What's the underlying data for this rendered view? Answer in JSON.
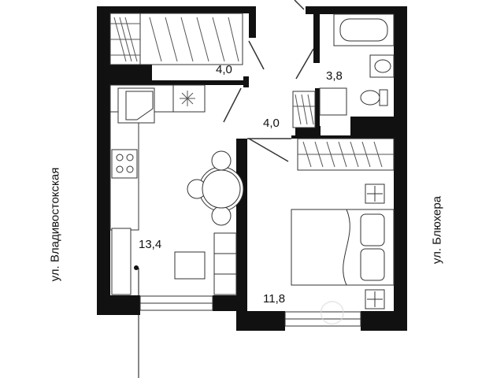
{
  "streets": {
    "left": "ул. Владивостокская",
    "right": "ул. Блюхера"
  },
  "rooms": [
    {
      "id": "hall",
      "area": "4,0"
    },
    {
      "id": "corridor",
      "area": "4,0"
    },
    {
      "id": "bathroom",
      "area": "3,8"
    },
    {
      "id": "kitchen-living",
      "area": "13,4"
    },
    {
      "id": "bedroom",
      "area": "11,8"
    }
  ],
  "colors": {
    "wall": "#111111",
    "line": "#333333",
    "furniture_fill": "#ffffff",
    "watermark": "#d8d8d8"
  }
}
